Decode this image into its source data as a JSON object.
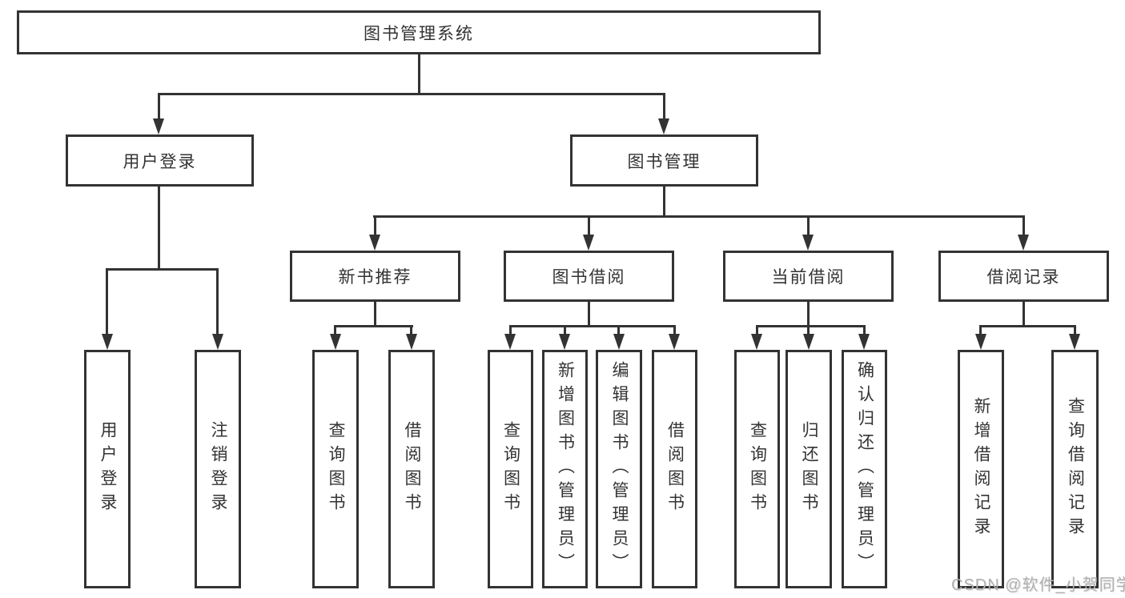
{
  "nodes": {
    "root": "图书管理系统",
    "user_login": "用户登录",
    "book_mgmt": "图书管理",
    "new_book_rec": "新书推荐",
    "book_borrow": "图书借阅",
    "current_borrow": "当前借阅",
    "borrow_records": "借阅记录",
    "leaf_user_login": "用户登录",
    "leaf_logout": "注销登录",
    "nbr_query_book": "查询图书",
    "nbr_borrow_book": "借阅图书",
    "bb_query_book": "查询图书",
    "bb_add_book": "新增图书（管理员）",
    "bb_edit_book": "编辑图书（管理员）",
    "bb_borrow_book": "借阅图书",
    "cb_query_book": "查询图书",
    "cb_return_book": "归还图书",
    "cb_confirm_return": "确认归还（管理员）",
    "br_add_record": "新增借阅记录",
    "br_query_record": "查询借阅记录"
  },
  "watermark": "CSDN @软件_小贺同学",
  "colors": {
    "line": "#333333",
    "text": "#333333",
    "background": "#ffffff",
    "watermark": "#b0b0b0"
  }
}
